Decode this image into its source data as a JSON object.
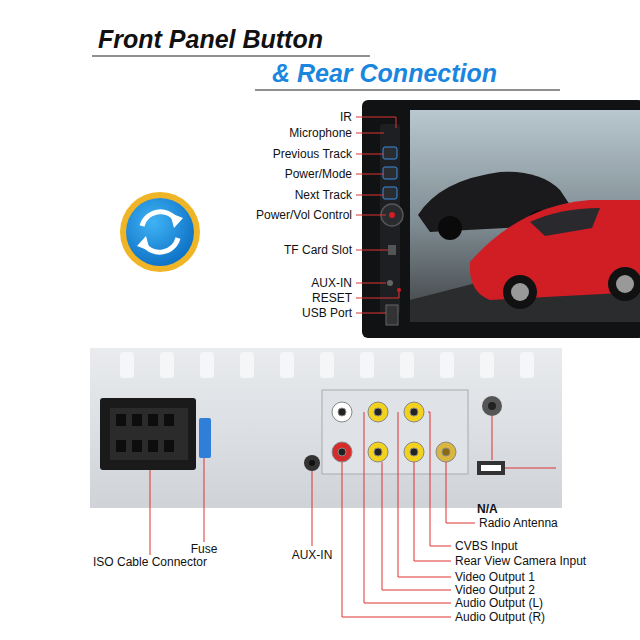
{
  "diagram": {
    "title": "Front Panel Button",
    "labels": [
      "& Rear Connection",
      "IR",
      "Microphone",
      "Previous Track",
      "Power/Mode",
      "Next Track",
      "Power/Vol Control",
      "TF Card Slot",
      "AUX-IN",
      "RESET",
      "USB Port",
      "Fuse",
      "ISO Cable Connector",
      "AUX-IN",
      "N/A",
      "Radio Antenna",
      "CVBS Input",
      "Rear View Camera Input",
      "Video Output 1",
      "Video Output 2",
      "Audio Output (L)",
      "Audio Output (R)"
    ]
  }
}
